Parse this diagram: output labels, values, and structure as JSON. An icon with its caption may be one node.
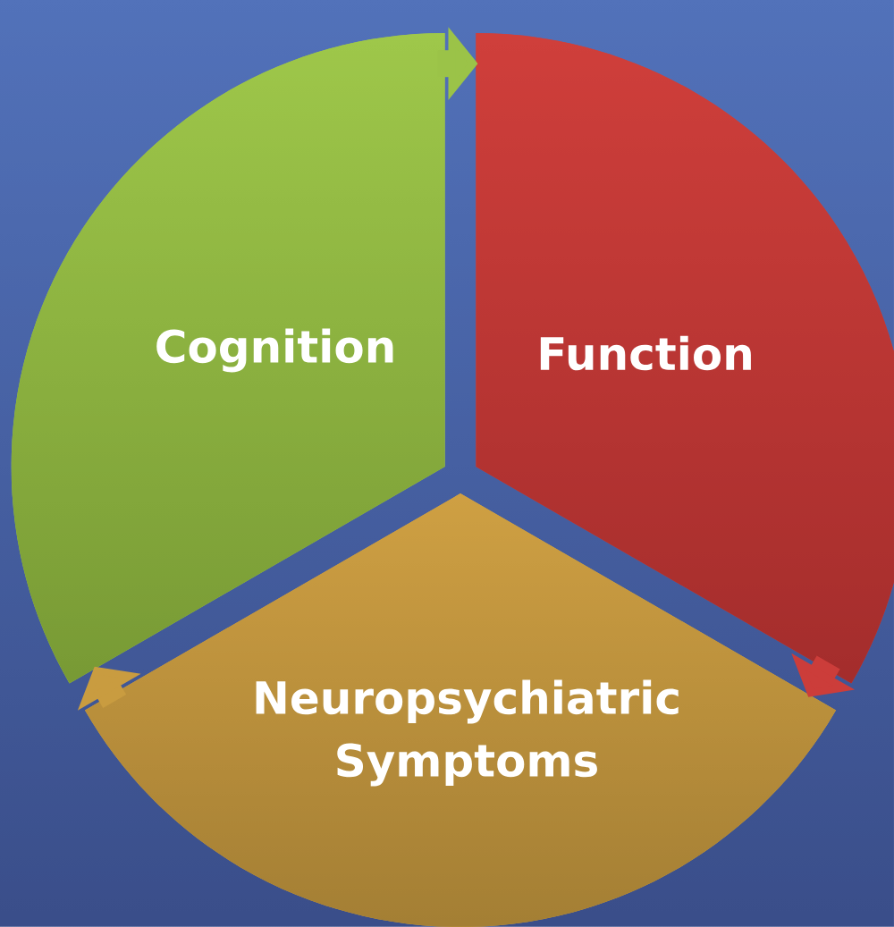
{
  "diagram": {
    "nodes": [
      {
        "text": [
          "Cognition"
        ]
      },
      {
        "text": [
          "Function"
        ]
      },
      {
        "text": [
          "Neuropsychiatric Symptoms"
        ]
      }
    ],
    "edges": [
      {
        "from": 0,
        "to": 1,
        "arrow": "to",
        "color": "#9bc348"
      },
      {
        "from": 1,
        "to": 2,
        "arrow": "to",
        "color": "#cc3d3a"
      },
      {
        "from": 2,
        "to": 0,
        "arrow": "to",
        "color": "#c99c40"
      }
    ]
  }
}
